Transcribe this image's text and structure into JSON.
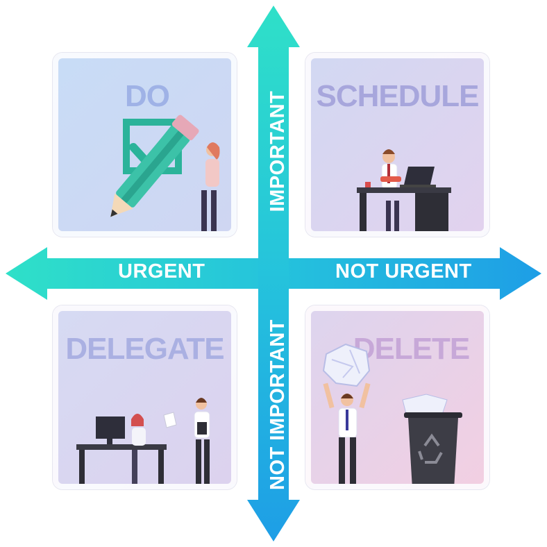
{
  "quadrants": {
    "do": {
      "title": "DO"
    },
    "schedule": {
      "title": "SCHEDULE"
    },
    "delegate": {
      "title": "DELEGATE"
    },
    "delete": {
      "title": "DELETE"
    }
  },
  "axes": {
    "left": "URGENT",
    "right": "NOT URGENT",
    "top": "IMPORTANT",
    "bottom": "NOT IMPORTANT"
  },
  "colors": {
    "axis_light": "#2fe0c8",
    "axis_dark": "#1e9ee6",
    "check_green": "#2bb39a"
  },
  "icons": [
    "checkbox-icon",
    "pencil-icon",
    "laptop-icon",
    "monitor-icon",
    "document-icon",
    "crumpled-paper-icon",
    "trash-bin-icon",
    "recycle-icon"
  ]
}
